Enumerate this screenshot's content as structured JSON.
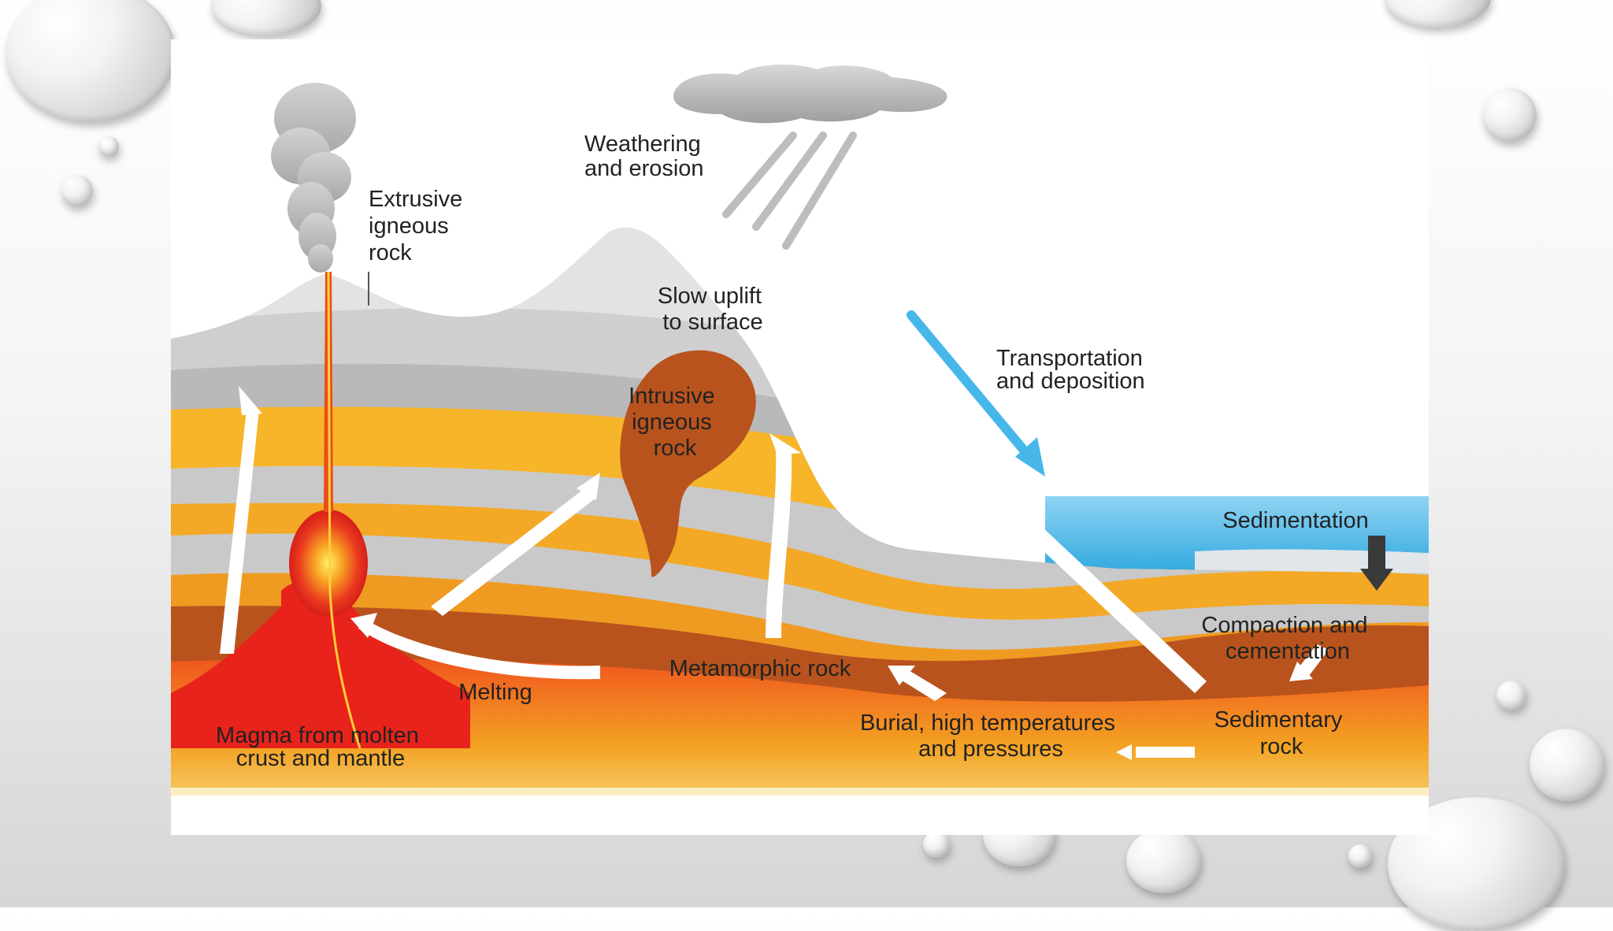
{
  "labels": {
    "extrusive": [
      "Extrusive",
      "igneous",
      "rock"
    ],
    "weathering": [
      "Weathering",
      "and erosion"
    ],
    "uplift": [
      "Slow uplift",
      "to surface"
    ],
    "transport": [
      "Transportation",
      "and deposition"
    ],
    "intrusive": [
      "Intrusive",
      "igneous",
      "rock"
    ],
    "sedimentation": "Sedimentation",
    "compaction": [
      "Compaction and",
      "cementation"
    ],
    "metamorphic": "Metamorphic rock",
    "melting": "Melting",
    "burial": [
      "Burial, high temperatures",
      "and pressures"
    ],
    "sedimentary": [
      "Sedimentary",
      "rock"
    ],
    "magma": [
      "Magma from molten",
      "crust and mantle"
    ]
  },
  "colors": {
    "magma": "#e8231b",
    "yellow_layer": "#f7b52a",
    "orange_layer": "#ef9b22",
    "brown_layer": "#b9531d",
    "gray_layer": "#c9c9c9",
    "water": "#5dc3ec",
    "arrow": "#ffffff"
  }
}
